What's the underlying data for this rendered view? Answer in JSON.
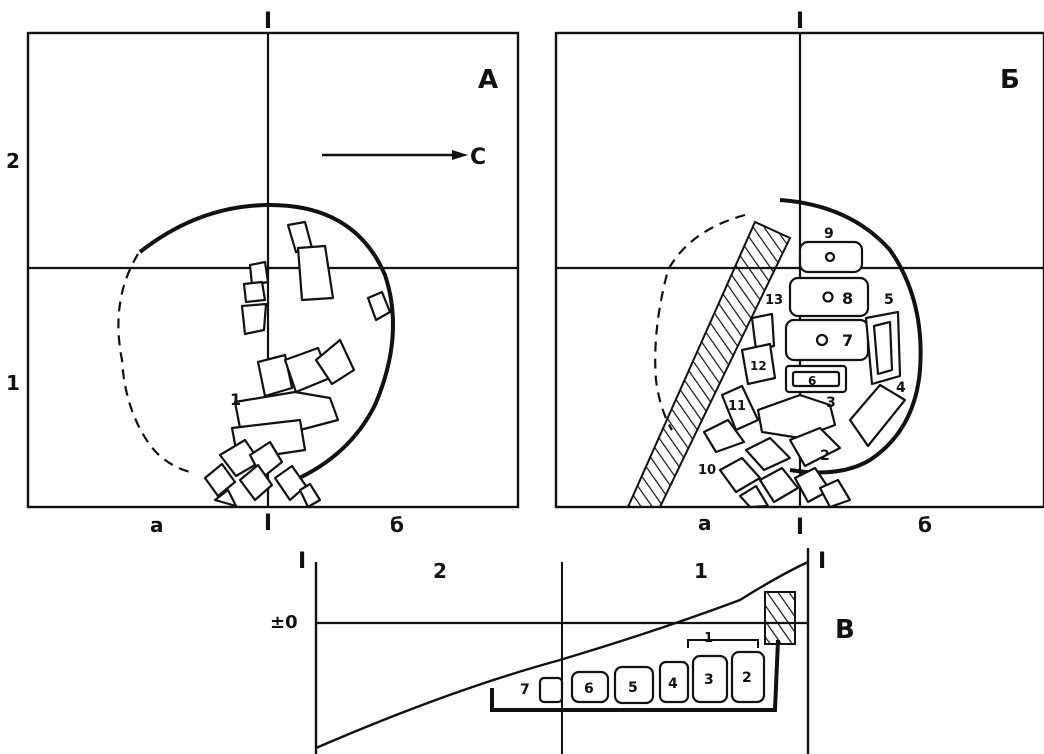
{
  "panel_a": {
    "letter": "А",
    "axis_top": "I",
    "axis_bottom": "I",
    "row_2": "2",
    "row_1": "1",
    "col_a": "а",
    "col_b": "б",
    "north_label": "С",
    "stone_1": "1"
  },
  "panel_b": {
    "letter": "Б",
    "axis_top": "I",
    "axis_bottom": "I",
    "col_a": "а",
    "col_b": "б",
    "slabs": [
      "2",
      "3",
      "4",
      "5",
      "6",
      "7",
      "8",
      "9",
      "10",
      "11",
      "12",
      "13"
    ]
  },
  "panel_v": {
    "letter": "В",
    "axis_left": "I",
    "axis_right": "I",
    "zero_level": "±0",
    "col_2": "2",
    "col_1": "1",
    "marker_1": "1",
    "slabs": [
      "7",
      "6",
      "5",
      "4",
      "3",
      "2"
    ]
  }
}
